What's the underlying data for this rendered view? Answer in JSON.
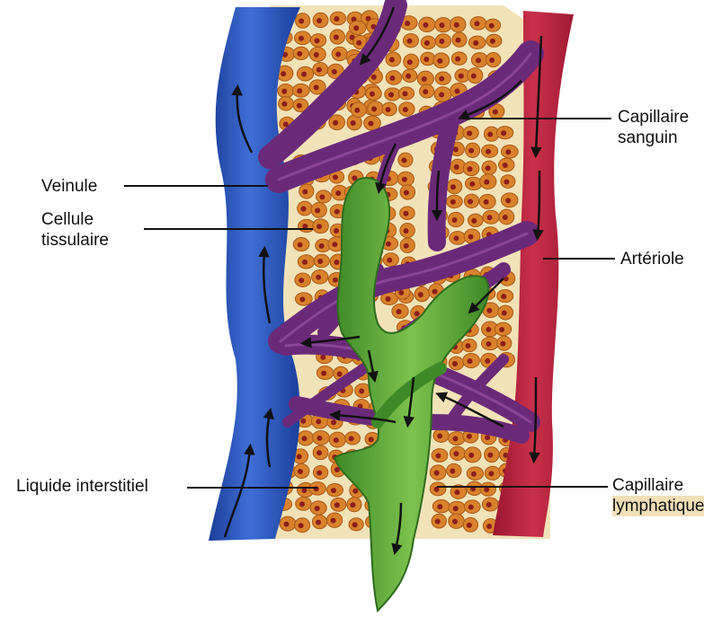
{
  "diagram": {
    "labels": {
      "veinule": "Veinule",
      "cellule_line1": "Cellule",
      "cellule_line2": "tissulaire",
      "capillaire_sanguin_line1": "Capillaire",
      "capillaire_sanguin_line2": "sanguin",
      "arteriole": "Artériole",
      "liquide_interstitiel": "Liquide interstitiel",
      "capillaire_lymphatique_line1": "Capillaire",
      "capillaire_lymphatique_line2": "lymphatique"
    },
    "colors": {
      "venule": "#1c45a6",
      "arteriole": "#b5203a",
      "blood_capillary": "#6b2a79",
      "lymphatic_capillary": "#5ca63a",
      "cell": "#d9822b",
      "cell_nucleus": "#8a1e1e",
      "interstitial_fluid": "#f2e2b8"
    }
  }
}
